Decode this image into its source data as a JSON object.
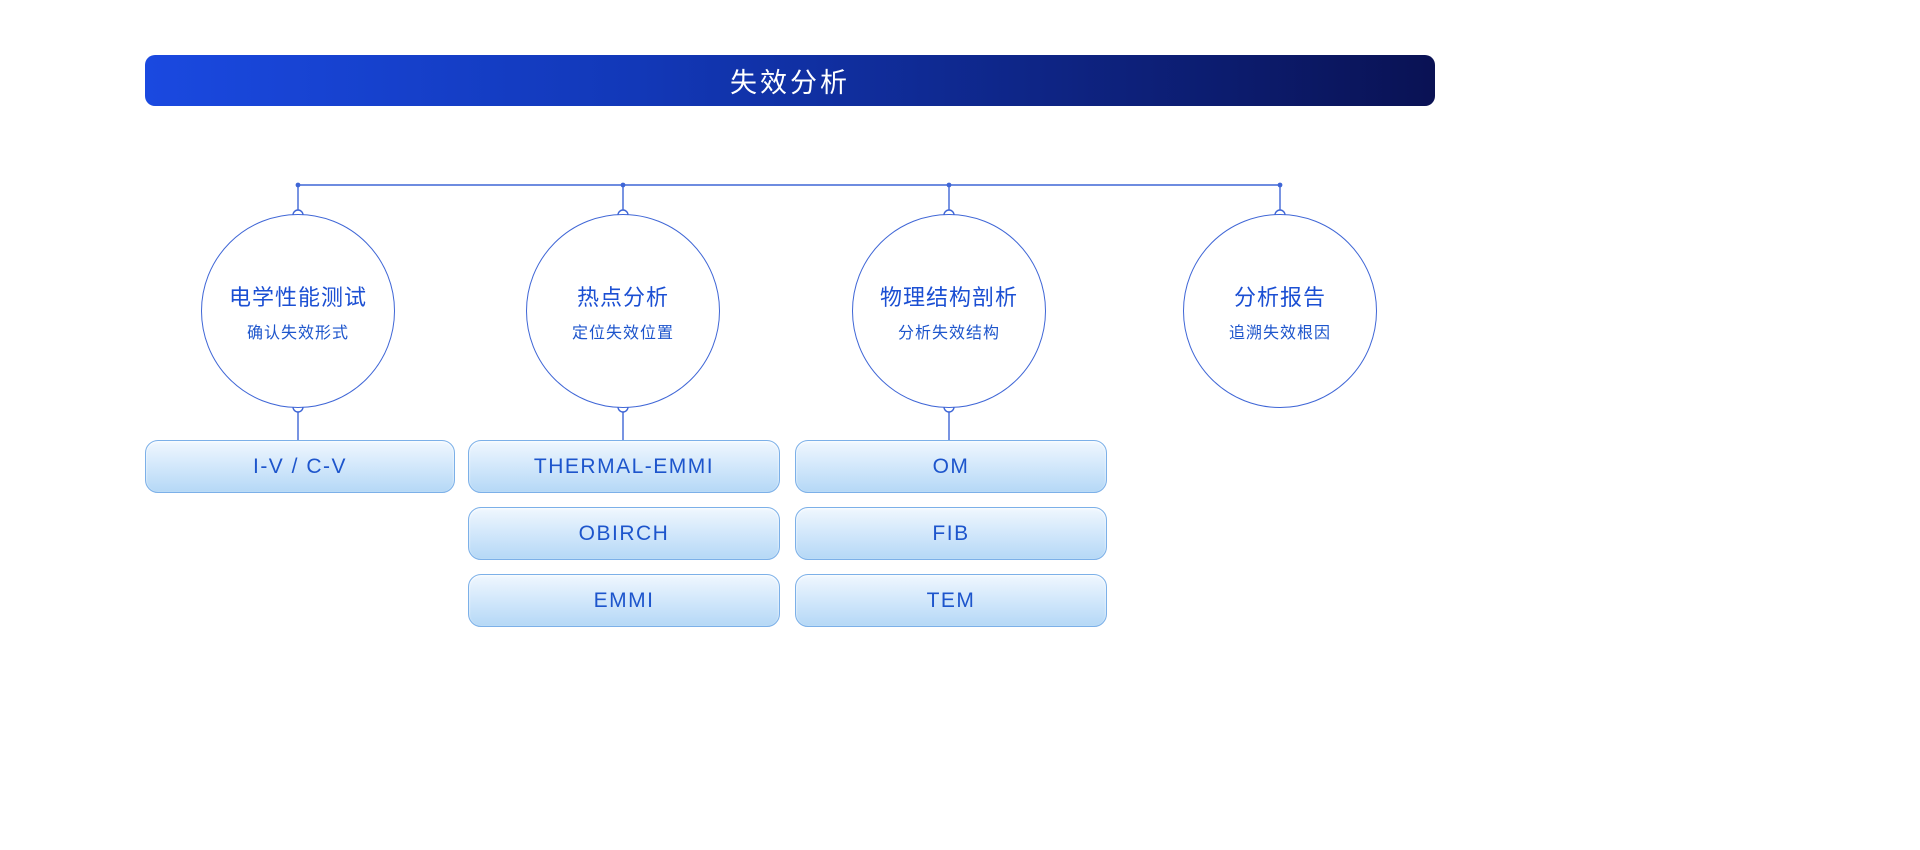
{
  "header": {
    "title": "失效分析",
    "gradient_left": "#1a49e0",
    "gradient_right": "#0a1254"
  },
  "diagram": {
    "line_color": "#3f66d6",
    "box_fill_top": "#f0f7fe",
    "box_fill_bottom": "#b5d8f6",
    "text_color": "#1d55cc"
  },
  "columns": [
    {
      "title": "电学性能测试",
      "subtitle": "确认失效形式",
      "boxes": [
        "I-V / C-V"
      ]
    },
    {
      "title": "热点分析",
      "subtitle": "定位失效位置",
      "boxes": [
        "THERMAL-EMMI",
        "OBIRCH",
        "EMMI"
      ]
    },
    {
      "title": "物理结构剖析",
      "subtitle": "分析失效结构",
      "boxes": [
        "OM",
        "FIB",
        "TEM"
      ]
    },
    {
      "title": "分析报告",
      "subtitle": "追溯失效根因",
      "boxes": []
    }
  ]
}
